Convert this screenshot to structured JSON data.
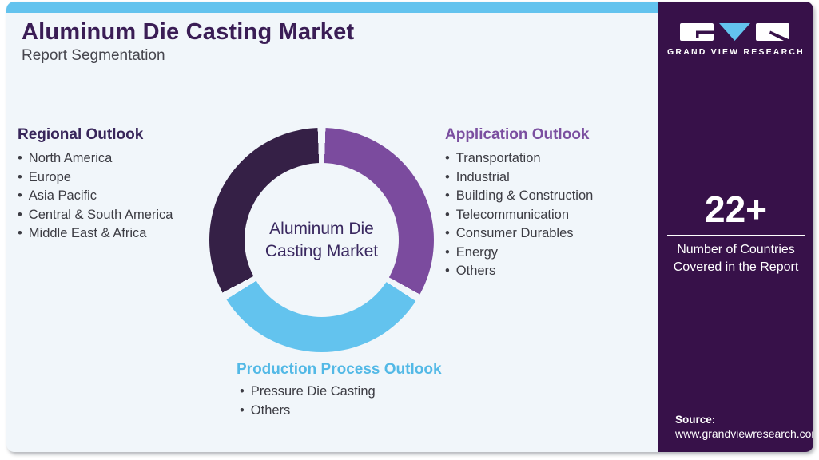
{
  "page": {
    "title": "Aluminum Die Casting Market",
    "subtitle": "Report Segmentation"
  },
  "sections": {
    "regional": {
      "heading": "Regional Outlook",
      "items": [
        "North America",
        "Europe",
        "Asia Pacific",
        "Central & South America",
        "Middle East & Africa"
      ]
    },
    "application": {
      "heading": "Application Outlook",
      "items": [
        "Transportation",
        "Industrial",
        "Building & Construction",
        "Telecommunication",
        "Consumer Durables",
        "Energy",
        "Others"
      ]
    },
    "production": {
      "heading": "Production Process Outlook",
      "items": [
        "Pressure Die Casting",
        "Others"
      ]
    }
  },
  "donut": {
    "center_label": "Aluminum Die Casting Market",
    "segments": [
      {
        "name": "Application Outlook",
        "color": "#7b4b9e",
        "share": 33.3
      },
      {
        "name": "Production Process Outlook",
        "color": "#63c3ee",
        "share": 33.3
      },
      {
        "name": "Regional Outlook",
        "color": "#352046",
        "share": 33.3
      }
    ]
  },
  "sidebar": {
    "logo_text": "GRAND VIEW RESEARCH",
    "stat_value": "22+",
    "stat_label": "Number of Countries Covered in the Report",
    "source_label": "Source:",
    "source_url": "www.grandviewresearch.com"
  },
  "colors": {
    "accent_blue": "#63c3ee",
    "accent_purple": "#7b4b9e",
    "dark_segment": "#352046",
    "sidebar_bg": "#371149",
    "title_text": "#3a1d55",
    "card_bg": "#f1f6fa"
  }
}
